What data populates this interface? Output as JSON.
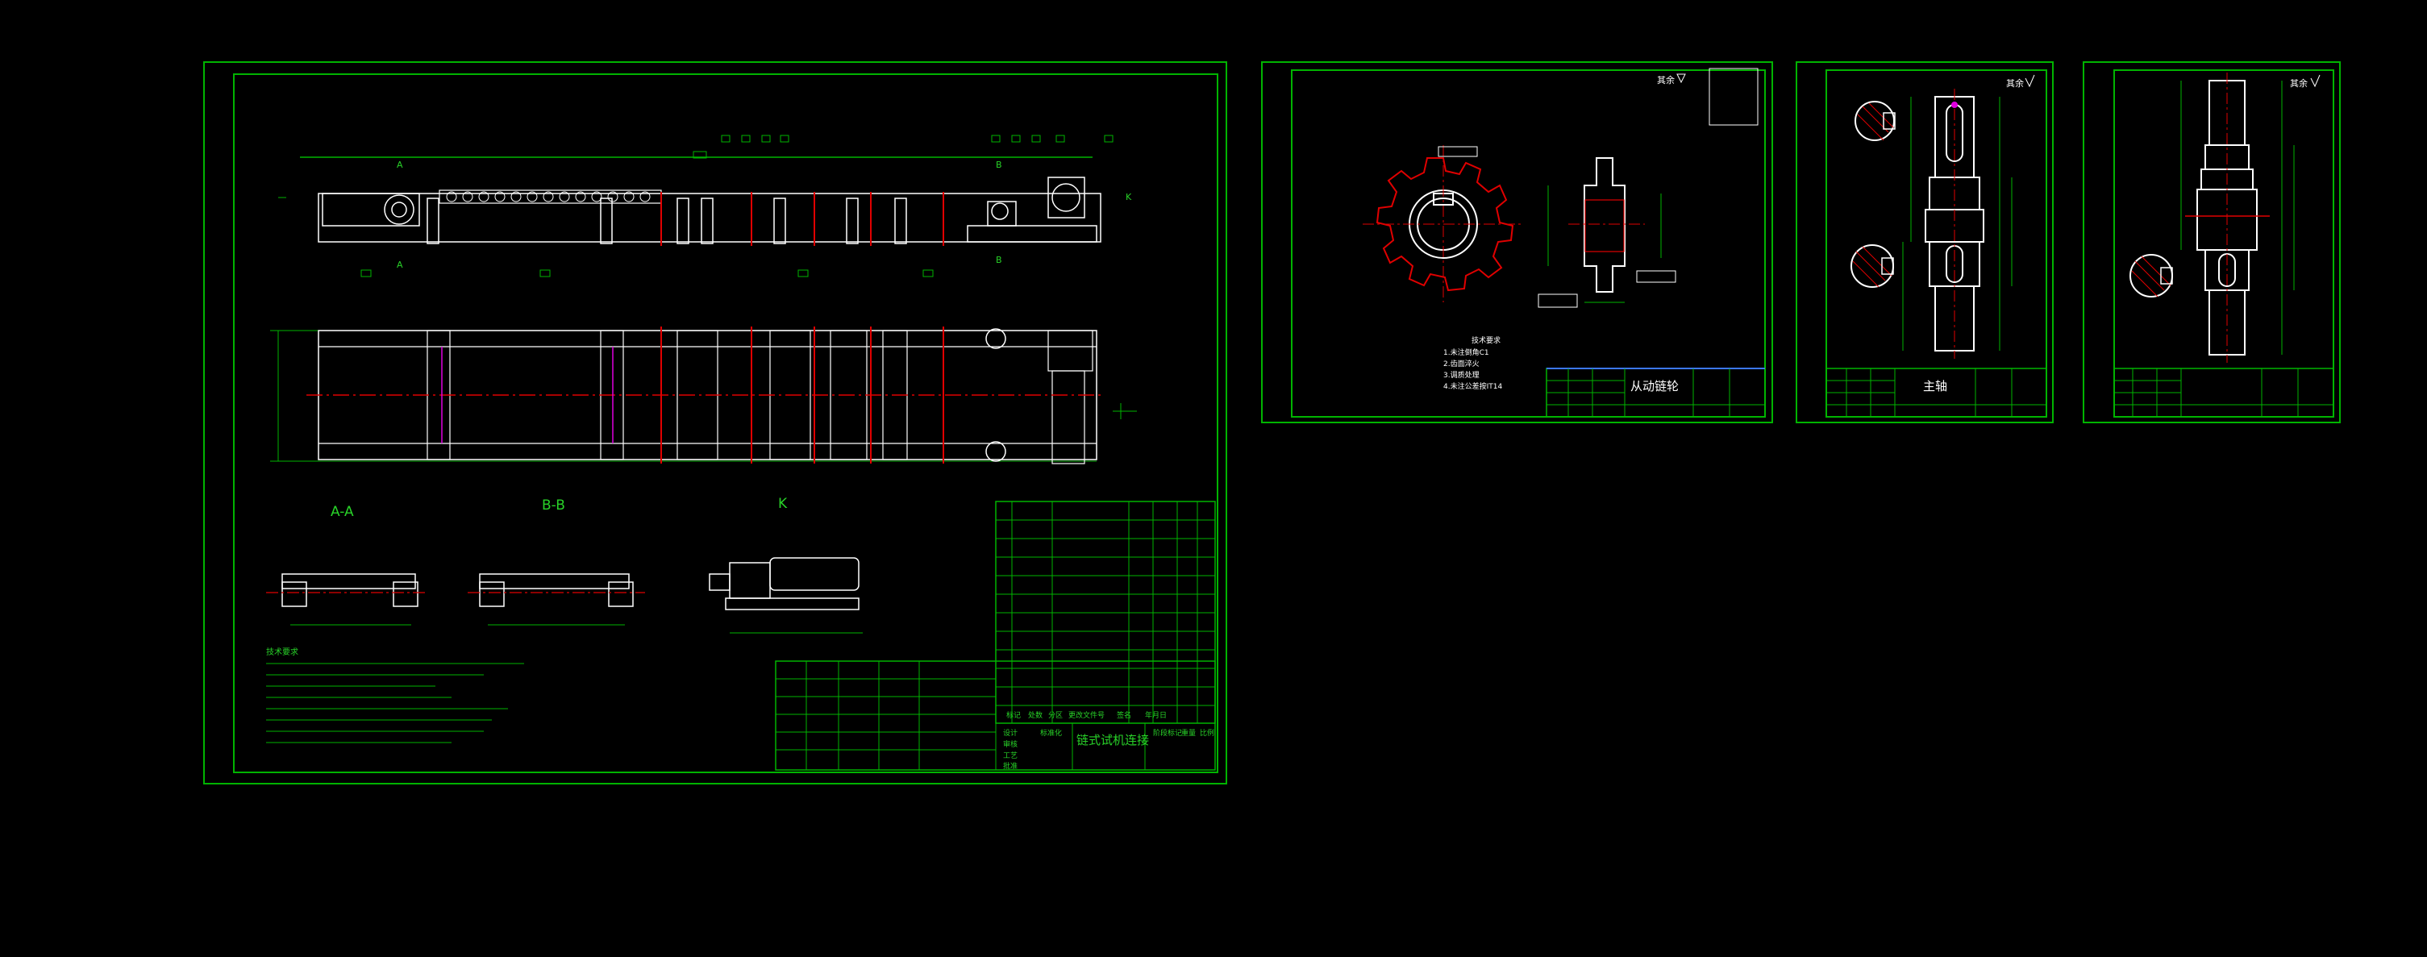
{
  "sheets": {
    "main": {
      "views": {
        "section_aa": "A-A",
        "section_bb": "B-B",
        "view_k": "K"
      },
      "section_marks": {
        "a_top": "A",
        "a_bottom": "A",
        "b_top": "B",
        "b_bottom": "B",
        "k_arrow": "K"
      },
      "tech_title": "技术要求",
      "title": "链式试机连接",
      "title_block_headers": [
        "标记",
        "处数",
        "分区",
        "更改文件号",
        "签名",
        "年月日"
      ],
      "title_block_labels": [
        "设计",
        "审核",
        "工艺",
        "批准",
        "标准化",
        "阶段标记",
        "重量",
        "比例"
      ]
    },
    "sprocket": {
      "title": "从动链轮",
      "roughness_label": "其余",
      "tech_title": "技术要求",
      "tech_lines": [
        "1.未注倒角C1",
        "2.齿面淬火",
        "3.调质处理",
        "4.未注公差按IT14"
      ]
    },
    "main_shaft": {
      "title": "主轴",
      "roughness_label": "其余"
    },
    "shaft2": {
      "title": "",
      "roughness_label": "其余"
    }
  }
}
